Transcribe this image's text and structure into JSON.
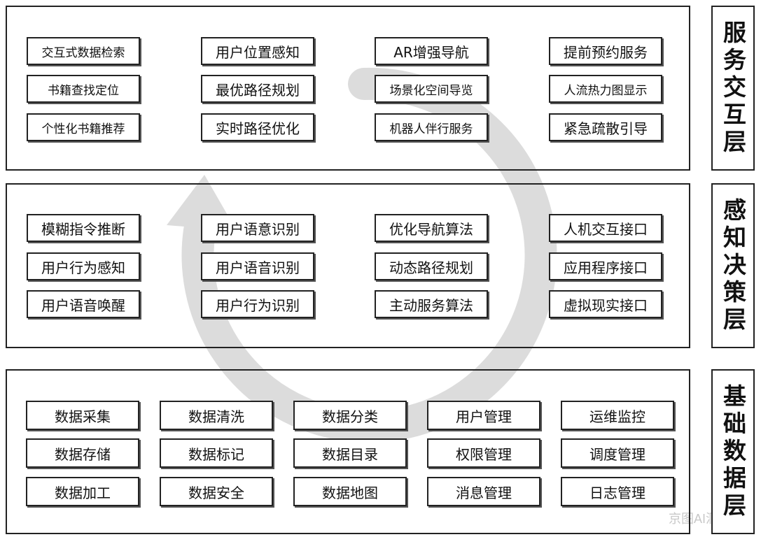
{
  "layers": [
    {
      "label": "服务交互层",
      "columns": [
        [
          "交互式数据检索",
          "书籍查找定位",
          "个性化书籍推荐"
        ],
        [
          "用户位置感知",
          "最优路径规划",
          "实时路径优化"
        ],
        [
          "AR增强导航",
          "场景化空间导览",
          "机器人伴行服务"
        ],
        [
          "提前预约服务",
          "人流热力图显示",
          "紧急疏散引导"
        ]
      ]
    },
    {
      "label": "感知决策层",
      "columns": [
        [
          "模糊指令推断",
          "用户行为感知",
          "用户语音唤醒"
        ],
        [
          "用户语意识别",
          "用户语音识别",
          "用户行为识别"
        ],
        [
          "优化导航算法",
          "动态路径规划",
          "主动服务算法"
        ],
        [
          "人机交互接口",
          "应用程序接口",
          "虚拟现实接口"
        ]
      ]
    },
    {
      "label": "基础数据层",
      "columns": [
        [
          "数据采集",
          "数据存储",
          "数据加工"
        ],
        [
          "数据清洗",
          "数据标记",
          "数据安全"
        ],
        [
          "数据分类",
          "数据目录",
          "数据地图"
        ],
        [
          "用户管理",
          "权限管理",
          "消息管理"
        ],
        [
          "运维监控",
          "调度管理",
          "日志管理"
        ]
      ]
    }
  ],
  "watermark": "京图AI洞察"
}
